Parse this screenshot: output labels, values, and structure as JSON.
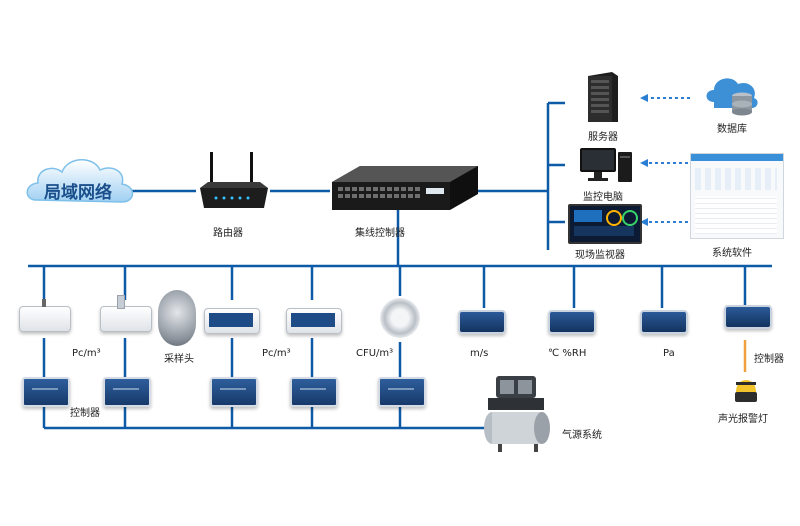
{
  "cloud": {
    "label": "局域网络"
  },
  "router": {
    "label": "路由器"
  },
  "switch": {
    "label": "集线控制器"
  },
  "right_devices": {
    "server": "服务器",
    "database": "数据库",
    "monitor_pc": "监控电脑",
    "software": "系统软件",
    "onsite_monitor": "现场监视器"
  },
  "sensors": {
    "particle_1": "Pc/m³",
    "sampling_head": "采样头",
    "particle_2": "Pc/m³",
    "cfu": "CFU/m³",
    "velocity": "m/s",
    "temp_humidity": "℃  %RH",
    "pressure": "Pa",
    "controller_right": "控制器"
  },
  "bottom": {
    "controller_label": "控制器",
    "air_source": "气源系统",
    "alarm": "声光报警灯"
  },
  "colors": {
    "line": "#0d5aa7",
    "arrow": "#2a7fd4",
    "alarm_line": "#f0a03c"
  }
}
